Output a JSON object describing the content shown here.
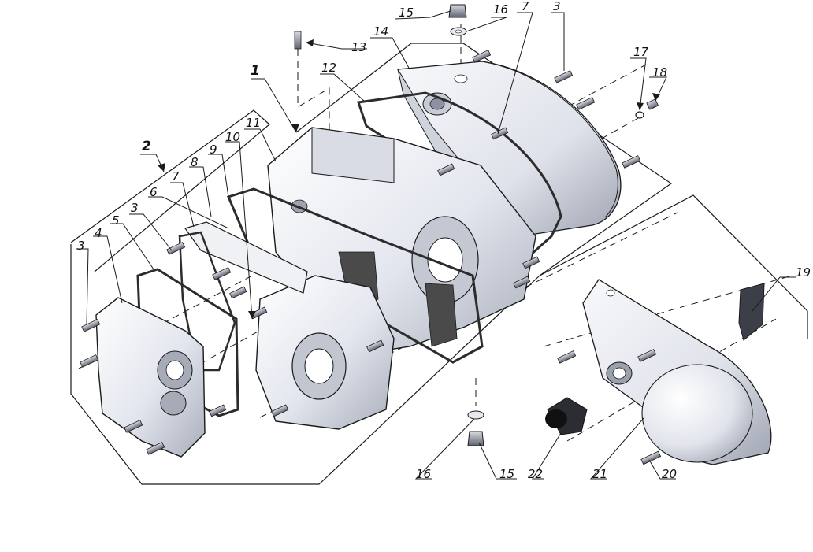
{
  "diagram": {
    "type": "exploded-parts-view",
    "colors": {
      "line": "#1a1a1a",
      "part_fill": "#eceef3",
      "part_shadow": "#b9bdc8",
      "gasket": "#3a3a3a"
    },
    "callouts": [
      {
        "id": "c15-top",
        "label": "15"
      },
      {
        "id": "c16-top",
        "label": "16"
      },
      {
        "id": "c7-top",
        "label": "7"
      },
      {
        "id": "c3-top",
        "label": "3"
      },
      {
        "id": "c14",
        "label": "14"
      },
      {
        "id": "c13",
        "label": "13"
      },
      {
        "id": "c12",
        "label": "12"
      },
      {
        "id": "c1",
        "label": "1"
      },
      {
        "id": "c17",
        "label": "17"
      },
      {
        "id": "c18",
        "label": "18"
      },
      {
        "id": "c11",
        "label": "11"
      },
      {
        "id": "c10",
        "label": "10"
      },
      {
        "id": "c9",
        "label": "9"
      },
      {
        "id": "c8",
        "label": "8"
      },
      {
        "id": "c2",
        "label": "2"
      },
      {
        "id": "c7-left",
        "label": "7"
      },
      {
        "id": "c6",
        "label": "6"
      },
      {
        "id": "c3-mid",
        "label": "3"
      },
      {
        "id": "c5",
        "label": "5"
      },
      {
        "id": "c4",
        "label": "4"
      },
      {
        "id": "c3-left",
        "label": "3"
      },
      {
        "id": "c19",
        "label": "19"
      },
      {
        "id": "c16-bottom",
        "label": "16"
      },
      {
        "id": "c15-bottom",
        "label": "15"
      },
      {
        "id": "c22",
        "label": "22"
      },
      {
        "id": "c21",
        "label": "21"
      },
      {
        "id": "c20",
        "label": "20"
      }
    ]
  }
}
